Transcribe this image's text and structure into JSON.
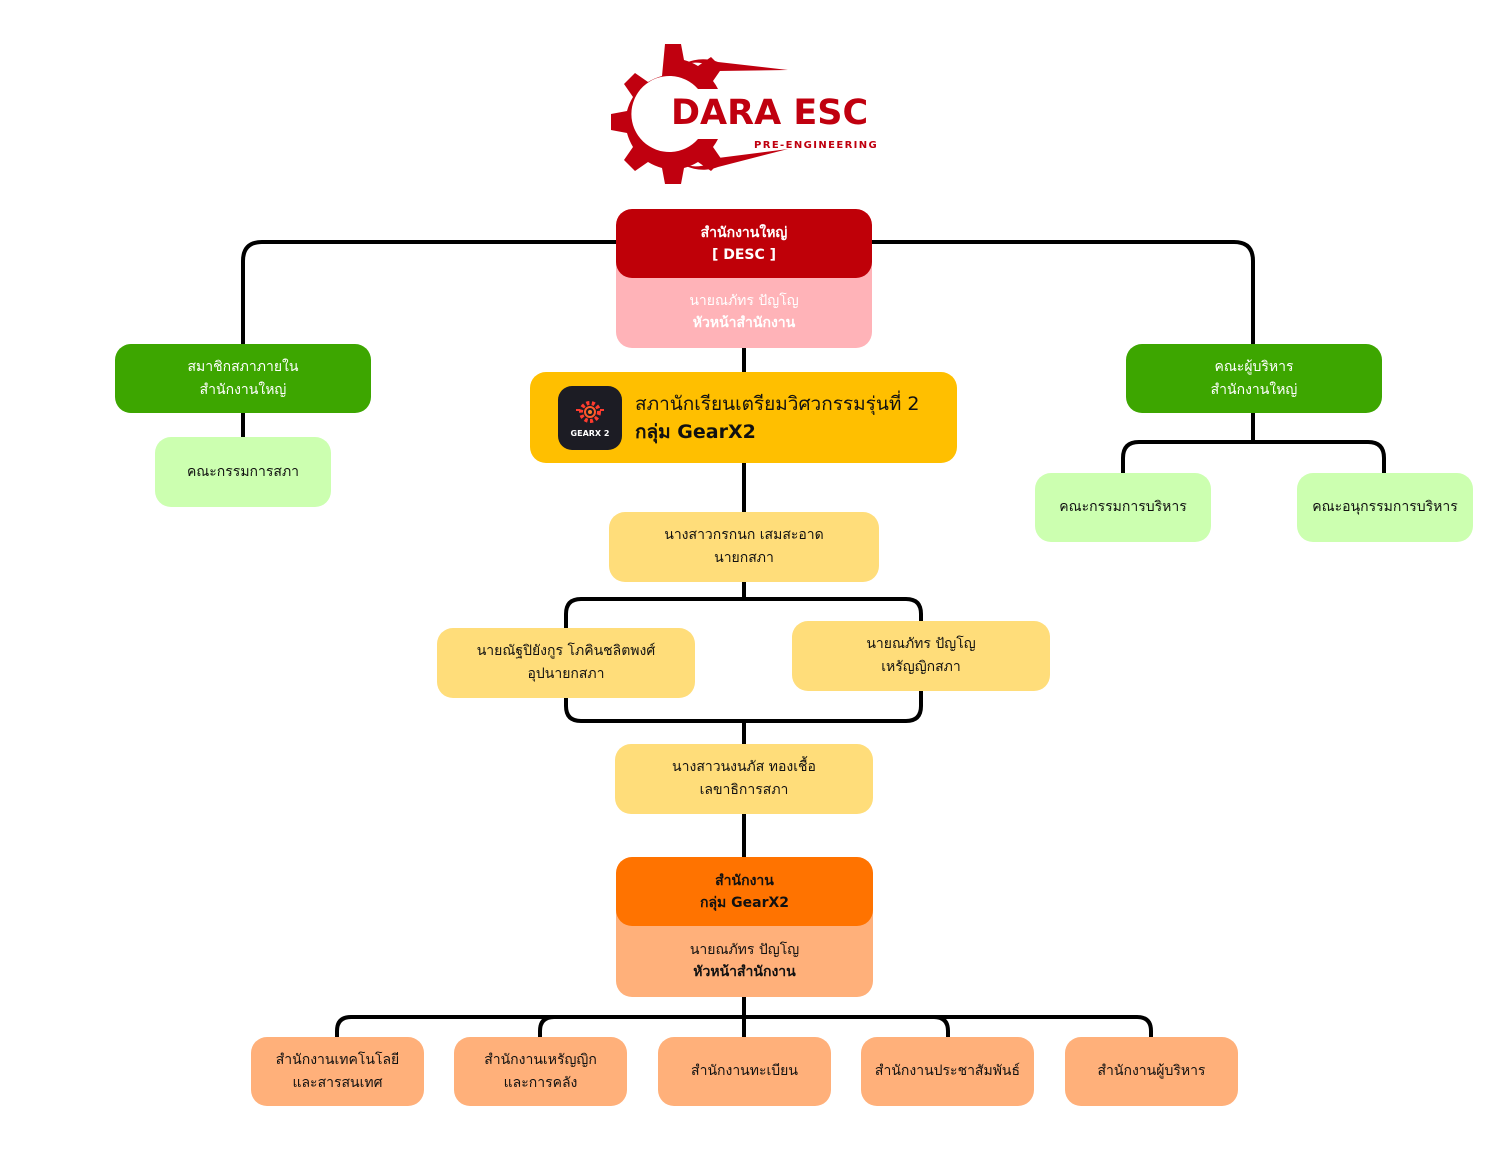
{
  "logo": {
    "title": "DARA ESC",
    "subtitle": "PRE-ENGINEERING",
    "color": "#c0000f"
  },
  "head_office": {
    "title_line1": "สำนักงานใหญ่",
    "title_line2": "[ DESC ]",
    "person": "นายณภัทร ปัญโญ",
    "role": "หัวหน้าสำนักงาน",
    "header_color": "#bf0008",
    "body_color": "#ffb3b8"
  },
  "left_branch": {
    "group_line1": "สมาชิกสภาภายใน",
    "group_line2": "สำนักงานใหญ่",
    "child": "คณะกรรมการสภา"
  },
  "right_branch": {
    "group_line1": "คณะผู้บริหาร",
    "group_line2": "สำนักงานใหญ่",
    "children": [
      "คณะกรรมการบริหาร",
      "คณะอนุกรรมการบริหาร"
    ]
  },
  "council": {
    "title": "สภานักเรียนเตรียมวิศวกรรมรุ่นที่ 2",
    "subtitle": "กลุ่ม GearX2",
    "icon_label": "GEARX 2",
    "color": "#ffbf00"
  },
  "president": {
    "name": "นางสาวกรกนก เสมสะอาด",
    "role": "นายกสภา"
  },
  "vice_president": {
    "name": "นายณัฐปิยังกูร โภคินชลิตพงศ์",
    "role": "อุปนายกสภา"
  },
  "treasurer": {
    "name": "นายณภัทร ปัญโญ",
    "role": "เหรัญญิกสภา"
  },
  "secretary": {
    "name": "นางสาวนงนภัส ทองเชื้อ",
    "role": "เลขาธิการสภา"
  },
  "group_office": {
    "title_line1": "สำนักงาน",
    "title_line2": "กลุ่ม GearX2",
    "person": "นายณภัทร ปัญโญ",
    "role": "หัวหน้าสำนักงาน",
    "header_color": "#ff7300",
    "body_color": "#ffb07a"
  },
  "departments": [
    {
      "line1": "สำนักงานเทคโนโลยี",
      "line2": "และสารสนเทศ"
    },
    {
      "line1": "สำนักงานเหรัญญิก",
      "line2": "และการคลัง"
    },
    {
      "line1": "สำนักงานทะเบียน",
      "line2": ""
    },
    {
      "line1": "สำนักงานประชาสัมพันธ์",
      "line2": ""
    },
    {
      "line1": "สำนักงานผู้บริหาร",
      "line2": ""
    }
  ]
}
